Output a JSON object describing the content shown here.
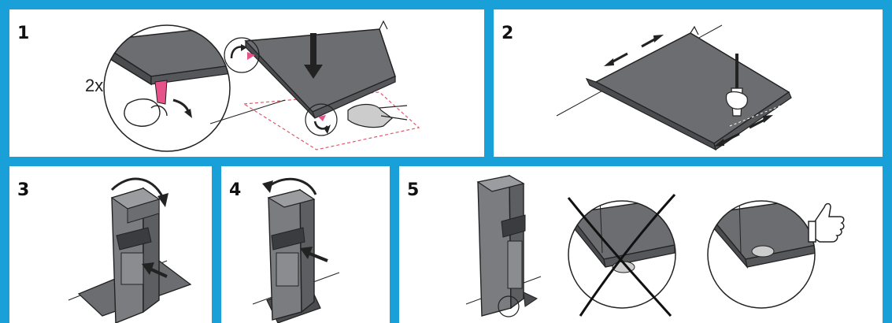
{
  "steps": [
    {
      "number": "1",
      "multiplier": "2x"
    },
    {
      "number": "2"
    },
    {
      "number": "3"
    },
    {
      "number": "4"
    },
    {
      "number": "5"
    }
  ],
  "colors": {
    "frame": "#1aa0d8",
    "tray": "#6b6d70",
    "tray_dark": "#4a4c4f",
    "tape_pink": "#e8528a",
    "cabinet": "#7a7c80",
    "outline": "#222222",
    "guide_red": "#e05a6a"
  },
  "icons": [
    "peel-tape-icon",
    "rotate-arrow-icon",
    "push-arrow-icon",
    "wipe-hand-icon",
    "screwdriver-icon",
    "thumbs-up-icon",
    "wrong-cross-icon",
    "magnifier-circle-icon"
  ]
}
